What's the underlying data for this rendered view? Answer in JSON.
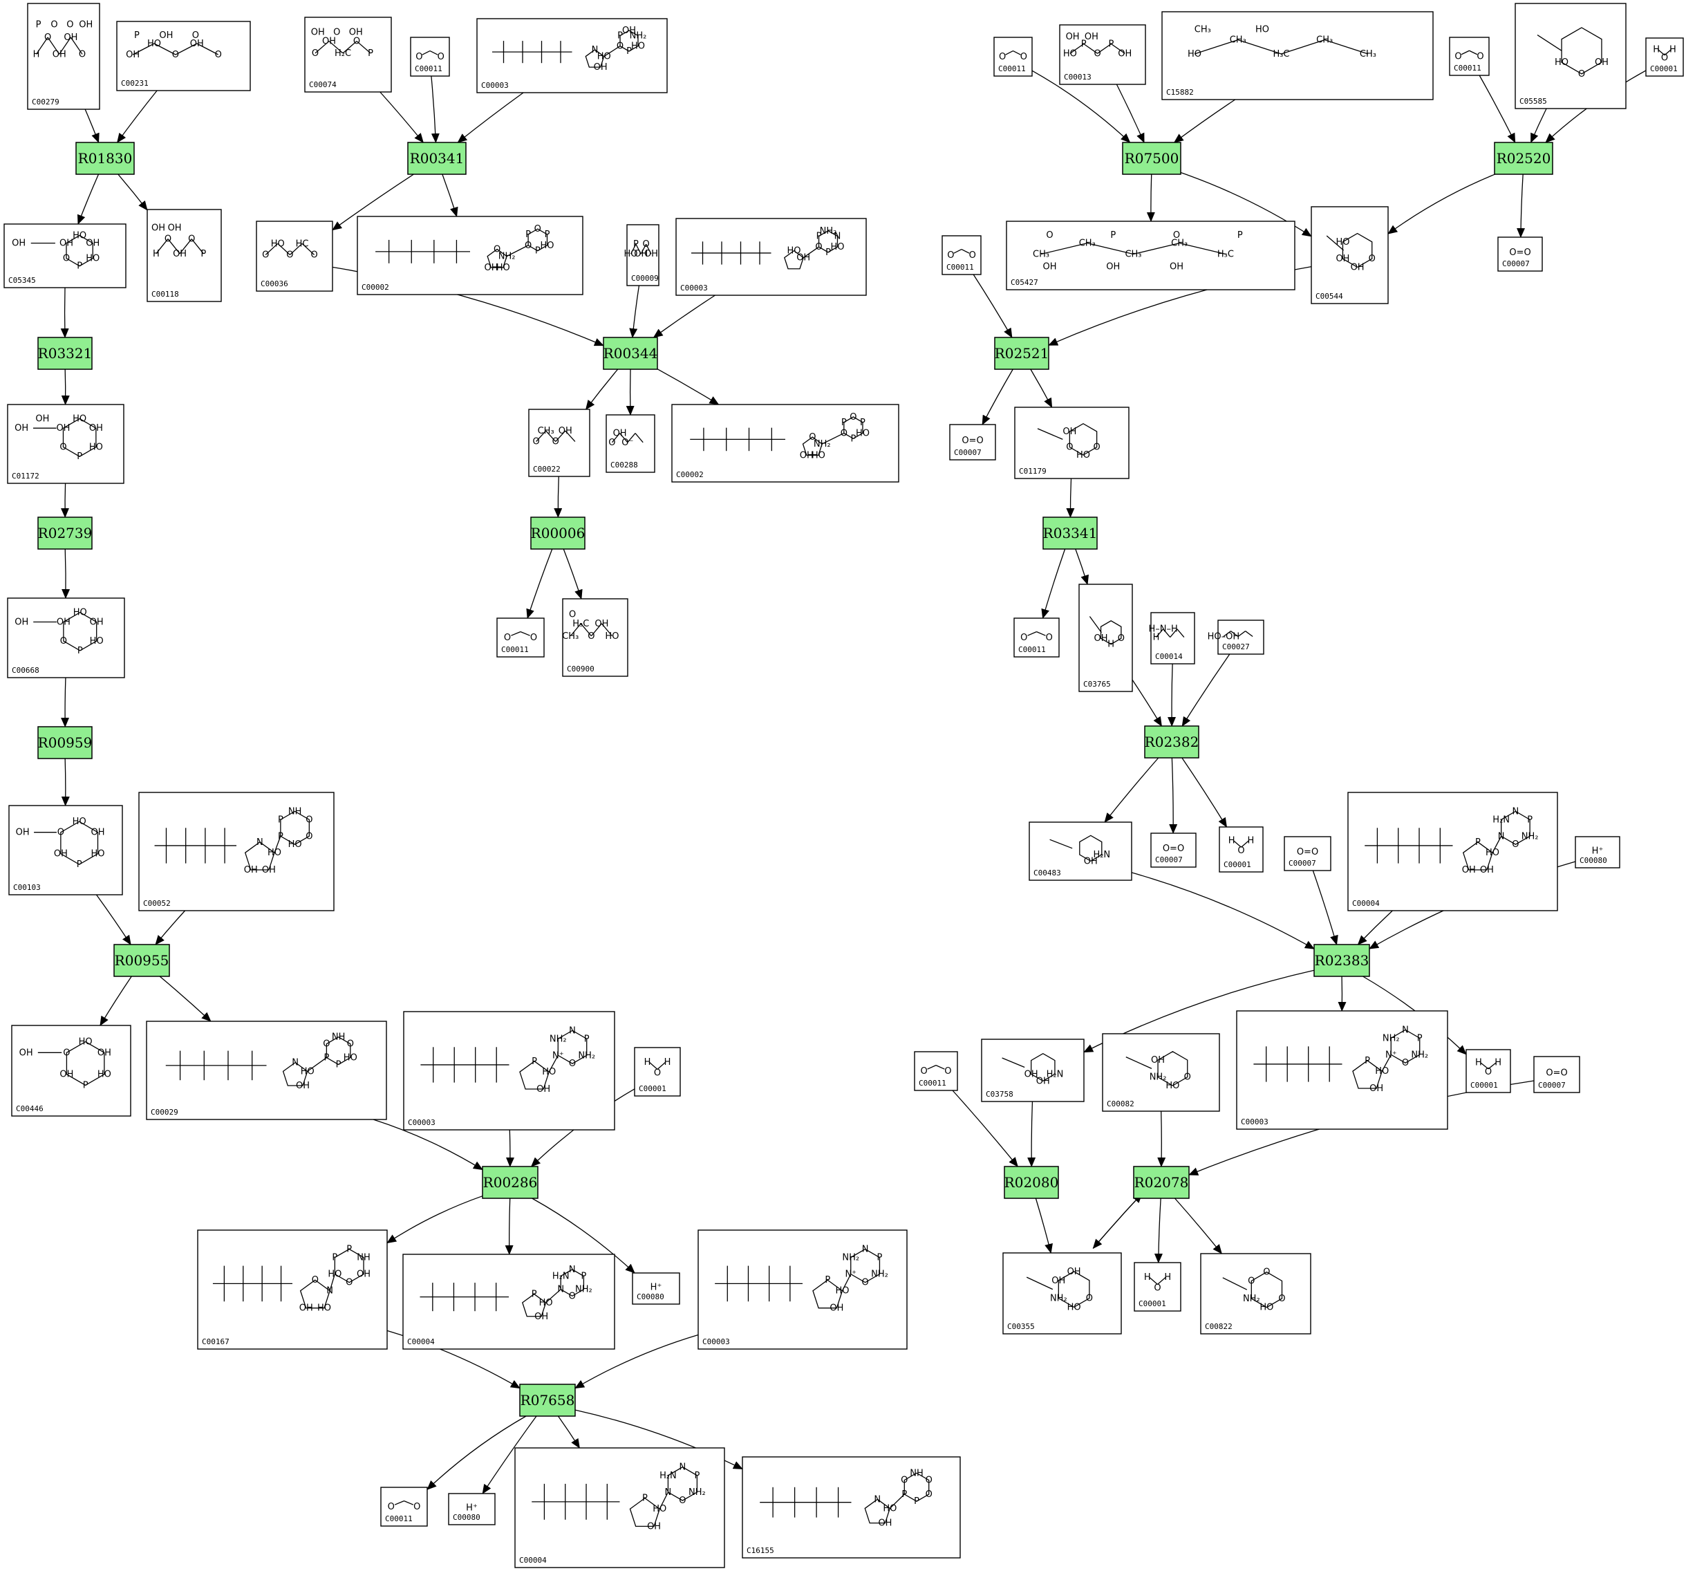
{
  "colors": {
    "reaction_fill": "#90ee90",
    "stroke": "#000000",
    "background": "#ffffff"
  },
  "reactions": [
    "R01830",
    "R00341",
    "R07500",
    "R02520",
    "R03321",
    "R00344",
    "R02521",
    "R02739",
    "R00006",
    "R03341",
    "R00959",
    "R02382",
    "R00955",
    "R02383",
    "R00286",
    "R02080",
    "R02078",
    "R07658"
  ],
  "compounds": {
    "c00279_a": {
      "id": "C00279",
      "atoms": [
        "H",
        "O",
        "OH",
        "OH",
        "O",
        "P",
        "O",
        "O",
        "OH"
      ]
    },
    "c00231": {
      "id": "C00231",
      "atoms": [
        "OH",
        "HO",
        "O",
        "OH",
        "O",
        "P",
        "OH",
        "O"
      ]
    },
    "c00074": {
      "id": "C00074",
      "atoms": [
        "O",
        "OH",
        "H₂C",
        "O",
        "P",
        "OH",
        "O",
        "OH"
      ]
    },
    "c00011_1": {
      "id": "C00011",
      "atoms": [
        "O",
        "O"
      ]
    },
    "c00003_1": {
      "id": "C00003",
      "atoms": [
        "HO",
        "P",
        "O",
        "P",
        "OH",
        "NH₂",
        "N",
        "HO",
        "OH"
      ]
    },
    "c00011_2": {
      "id": "C00011",
      "atoms": [
        "O",
        "O"
      ]
    },
    "c00013": {
      "id": "C00013",
      "atoms": [
        "HO",
        "P",
        "O",
        "P",
        "OH",
        "OH",
        "OH"
      ]
    },
    "c15882": {
      "id": "C15882",
      "atoms": [
        "HO",
        "CH₃",
        "H₃C",
        "CH₃",
        "CH₃",
        "CH₃",
        "HO"
      ]
    },
    "c00011_3": {
      "id": "C00011",
      "atoms": [
        "O",
        "O"
      ]
    },
    "c05585": {
      "id": "C05585",
      "atoms": [
        "OH",
        "O",
        "HO"
      ]
    },
    "c00001_1": {
      "id": "C00001",
      "atoms": [
        "H",
        "O",
        "H"
      ]
    },
    "c05345": {
      "id": "C05345",
      "atoms": [
        "HO",
        "P",
        "O",
        "OH",
        "HO",
        "OH",
        "OH"
      ]
    },
    "c00118": {
      "id": "C00118",
      "atoms": [
        "H",
        "O",
        "OH",
        "O",
        "P",
        "OH",
        "OH"
      ]
    },
    "c00036": {
      "id": "C00036",
      "atoms": [
        "O",
        "HO",
        "O",
        "HC",
        "O"
      ]
    },
    "c00002_1": {
      "id": "C00002",
      "atoms": [
        "HO",
        "P",
        "O",
        "P",
        "O",
        "P",
        "O",
        "NH₂",
        "HO",
        "OH"
      ]
    },
    "c00009": {
      "id": "C00009",
      "atoms": [
        "HO",
        "P",
        "OH",
        "O",
        "OH"
      ]
    },
    "c00003_2": {
      "id": "C00003",
      "atoms": [
        "HO",
        "P",
        "O",
        "P",
        "NH₂",
        "N",
        "HO",
        "OH"
      ]
    },
    "c05427": {
      "id": "C05427",
      "atoms": [
        "CH₃",
        "CH₃",
        "CH₃",
        "CH₃",
        "H₃C",
        "O",
        "P",
        "O",
        "P",
        "OH",
        "OH",
        "OH"
      ]
    },
    "c00544": {
      "id": "C00544",
      "atoms": [
        "O",
        "OH",
        "OH",
        "HO"
      ]
    },
    "c00011_4": {
      "id": "C00011",
      "atoms": [
        "O",
        "O"
      ]
    },
    "c00007_1": {
      "id": "C00007",
      "atoms": [
        "O=O"
      ]
    },
    "c01172": {
      "id": "C01172",
      "atoms": [
        "HO",
        "P",
        "O",
        "OH",
        "HO",
        "OH",
        "OH",
        "OH"
      ]
    },
    "c00022": {
      "id": "C00022",
      "atoms": [
        "O",
        "CH₃",
        "O",
        "OH"
      ]
    },
    "c00288": {
      "id": "C00288",
      "atoms": [
        "O",
        "OH",
        "O⁻"
      ]
    },
    "c00002_2": {
      "id": "C00002",
      "atoms": [
        "HO",
        "P",
        "O",
        "P",
        "O",
        "P",
        "O",
        "NH₂",
        "HO",
        "OH"
      ]
    },
    "c00007_2": {
      "id": "C00007",
      "atoms": [
        "O=O"
      ]
    },
    "c01179": {
      "id": "C01179",
      "atoms": [
        "O",
        "HO",
        "O",
        "OH"
      ]
    },
    "c00668": {
      "id": "C00668",
      "atoms": [
        "HO",
        "P",
        "O",
        "OH",
        "HO",
        "OH",
        "OH"
      ]
    },
    "c00011_5": {
      "id": "C00011",
      "atoms": [
        "O",
        "O"
      ]
    },
    "c00900": {
      "id": "C00900",
      "atoms": [
        "CH₃",
        "H₃C",
        "O",
        "OH",
        "HO",
        "O"
      ]
    },
    "c00011_6": {
      "id": "C00011",
      "atoms": [
        "O",
        "O"
      ]
    },
    "c03765": {
      "id": "C03765",
      "atoms": [
        "O",
        "H",
        "OH"
      ]
    },
    "c00014": {
      "id": "C00014",
      "atoms": [
        "H",
        "H–N–H"
      ]
    },
    "c00027": {
      "id": "C00027",
      "atoms": [
        "HO–OH"
      ]
    },
    "c00103": {
      "id": "C00103",
      "atoms": [
        "HO",
        "P",
        "OH",
        "O",
        "HO",
        "OH",
        "OH"
      ]
    },
    "c00052": {
      "id": "C00052",
      "atoms": [
        "O",
        "HO",
        "P",
        "P",
        "NH",
        "O",
        "N",
        "HO",
        "OH",
        "OH"
      ]
    },
    "c00483": {
      "id": "C00483",
      "atoms": [
        "H₂N",
        "OH"
      ]
    },
    "c00007_3": {
      "id": "C00007",
      "atoms": [
        "O=O"
      ]
    },
    "c00001_2": {
      "id": "C00001",
      "atoms": [
        "H",
        "O",
        "H"
      ]
    },
    "c00007_4": {
      "id": "C00007",
      "atoms": [
        "O=O"
      ]
    },
    "c00004_1": {
      "id": "C00004",
      "atoms": [
        "NH₂",
        "O",
        "N",
        "H₂N",
        "N",
        "P",
        "P",
        "HO",
        "OH",
        "OH"
      ]
    },
    "c00080_1": {
      "id": "C00080",
      "atoms": [
        "H⁺"
      ]
    },
    "c00446": {
      "id": "C00446",
      "atoms": [
        "HO",
        "P",
        "OH",
        "O",
        "HO",
        "OH",
        "OH"
      ]
    },
    "c00029": {
      "id": "C00029",
      "atoms": [
        "HO",
        "P",
        "P",
        "O",
        "NH",
        "O",
        "N",
        "HO",
        "OH"
      ]
    },
    "c00003_3": {
      "id": "C00003",
      "atoms": [
        "NH₂",
        "O",
        "N⁺",
        "NH₂",
        "N",
        "P",
        "P",
        "HO",
        "OH"
      ]
    },
    "c00001_3": {
      "id": "C00001",
      "atoms": [
        "H",
        "O",
        "H"
      ]
    },
    "c00011_7": {
      "id": "C00011",
      "atoms": [
        "O",
        "O"
      ]
    },
    "c03758": {
      "id": "C03758",
      "atoms": [
        "H₂N",
        "OH",
        "OH"
      ]
    },
    "c00082": {
      "id": "C00082",
      "atoms": [
        "O",
        "HO",
        "NH₂",
        "OH"
      ]
    },
    "c00003_4": {
      "id": "C00003",
      "atoms": [
        "NH₂",
        "O",
        "N⁺",
        "NH₂",
        "N",
        "P",
        "P",
        "HO",
        "OH"
      ]
    },
    "c00001_4": {
      "id": "C00001",
      "atoms": [
        "H",
        "O",
        "H"
      ]
    },
    "c00007_5": {
      "id": "C00007",
      "atoms": [
        "O=O"
      ]
    },
    "c00167": {
      "id": "C00167",
      "atoms": [
        "OH",
        "O",
        "HO",
        "P",
        "P",
        "NH",
        "O",
        "N",
        "HO",
        "OH"
      ]
    },
    "c00004_2": {
      "id": "C00004",
      "atoms": [
        "NH₂",
        "O",
        "N",
        "H₂N",
        "N",
        "P",
        "P",
        "HO",
        "OH"
      ]
    },
    "c00080_2": {
      "id": "C00080",
      "atoms": [
        "H⁺"
      ]
    },
    "c00003_5": {
      "id": "C00003",
      "atoms": [
        "NH₂",
        "O",
        "N⁺",
        "NH₂",
        "N",
        "P",
        "P",
        "HO",
        "OH"
      ]
    },
    "c00355": {
      "id": "C00355",
      "atoms": [
        "O",
        "HO",
        "NH₂",
        "OH",
        "OH"
      ]
    },
    "c00001_5": {
      "id": "C00001",
      "atoms": [
        "H",
        "O",
        "H"
      ]
    },
    "c00822": {
      "id": "C00822",
      "atoms": [
        "O",
        "HO",
        "NH₂",
        "O",
        "O"
      ]
    },
    "c00011_8": {
      "id": "C00011",
      "atoms": [
        "O",
        "O"
      ]
    },
    "c00080_3": {
      "id": "C00080",
      "atoms": [
        "H⁺"
      ]
    },
    "c00004_3": {
      "id": "C00004",
      "atoms": [
        "NH₂",
        "O",
        "N",
        "H₂N",
        "N",
        "P",
        "P",
        "HO",
        "OH"
      ]
    },
    "c16155": {
      "id": "C16155",
      "atoms": [
        "O",
        "P",
        "P",
        "O",
        "NH",
        "O",
        "N",
        "HO",
        "OH"
      ]
    }
  }
}
